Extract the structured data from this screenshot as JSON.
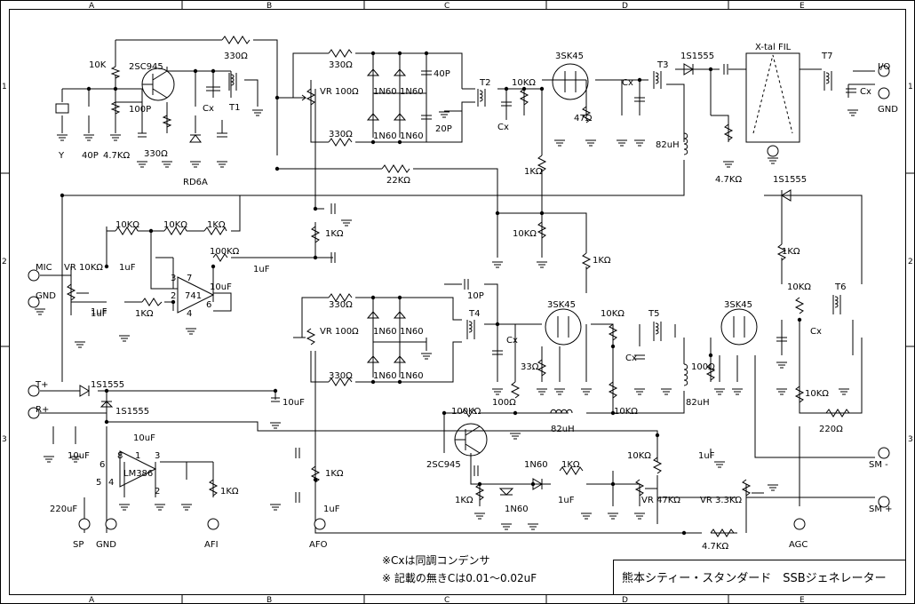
{
  "grid": {
    "columns": [
      "A",
      "B",
      "C",
      "D",
      "E"
    ],
    "rows": [
      "1",
      "2",
      "3"
    ]
  },
  "components": {
    "q1": "2SC945",
    "r10k": "10K",
    "c100p": "100P",
    "r47k_a": "4.7KΩ",
    "c40p_a": "40P",
    "xtal": "Y",
    "r330_a": "330Ω",
    "rd6a": "RD6A",
    "cx_a": "Cx",
    "t1": "T1",
    "r330_top": "330Ω",
    "r330_b": "330Ω",
    "vr100_a": "VR 100Ω",
    "r330_c": "330Ω",
    "d1n60_a": "1N60",
    "d1n60_b": "1N60",
    "d1n60_c": "1N60",
    "d1n60_d": "1N60",
    "c40p_b": "40P",
    "c20p": "20P",
    "t2": "T2",
    "cx_b": "Cx",
    "r10k_b": "10KΩ",
    "q_3sk45_a": "3SK45",
    "r47_a": "47Ω",
    "cx_c": "Cx",
    "t3": "T3",
    "d1s1555_a": "1S1555",
    "l82u_a": "82uH",
    "xtal_fil": "X-tal FIL",
    "t7": "T7",
    "cx_d": "Cx",
    "io": "I/O",
    "gnd_io": "GND",
    "r47k_b": "4.7KΩ",
    "d1s1555_b": "1S1555",
    "r22k": "22KΩ",
    "r1k_a": "1KΩ",
    "r10k_c": "10KΩ",
    "r1k_b": "1KΩ",
    "r1k_c": "1KΩ",
    "r10k_d": "10KΩ",
    "r10k_e": "10KΩ",
    "r1k_d": "1KΩ",
    "mic": "MIC",
    "vr10k": "VR 10KΩ",
    "c1u_a": "1uF",
    "c1u_b": "1uF",
    "r100k": "100KΩ",
    "c1u_c": "1uF",
    "c10u_a": "10uF",
    "op741": "741",
    "pin3": "3",
    "pin2": "2",
    "pin7": "7",
    "pin6": "6",
    "pin4": "4",
    "gnd_mic": "GND",
    "c1u_d": "1uF",
    "r1k_e": "1KΩ",
    "r1k_f": "1KΩ",
    "c10p": "10P",
    "r330_d": "330Ω",
    "vr100_b": "VR 100Ω",
    "r330_e": "330Ω",
    "d1n60_e": "1N60",
    "d1n60_f": "1N60",
    "d1n60_g": "1N60",
    "d1n60_h": "1N60",
    "t4": "T4",
    "cx_e": "Cx",
    "q_3sk45_b": "3SK45",
    "r33": "33Ω",
    "r100_a": "100Ω",
    "r10k_f": "10KΩ",
    "t5": "T5",
    "cx_f": "Cx",
    "l82u_b": "82uH",
    "r100_b": "100Ω",
    "q_3sk45_c": "3SK45",
    "r10k_g": "10KΩ",
    "t6": "T6",
    "cx_g": "Cx",
    "r1k_g": "1KΩ",
    "r10k_h": "10KΩ",
    "r220": "220Ω",
    "tplus": "T+",
    "d1s1555_c": "1S1555",
    "c10u_b": "10uF",
    "rplus": "R+",
    "d1s1555_d": "1S1555",
    "c10u_c": "10uF",
    "c10u_d": "10uF",
    "pin8": "8",
    "pin1": "1",
    "pin3b": "3",
    "lm386": "LM386",
    "pin6b": "6",
    "pin5": "5",
    "pin4b": "4",
    "pin2b": "2",
    "r1k_h": "1KΩ",
    "c220u": "220uF",
    "sp": "SP",
    "gnd_sp": "GND",
    "afi": "AFI",
    "r1k_i": "1KΩ",
    "c1u_e": "1uF",
    "afo": "AFO",
    "r100k_b": "100KΩ",
    "l82u_c": "82uH",
    "q2": "2SC945",
    "r1k_j": "1KΩ",
    "d1n60_i": "1N60",
    "d1n60_j": "1N60",
    "r1k_k": "1KΩ",
    "c1u_f": "1uF",
    "r10k_i": "10KΩ",
    "vr47k": "VR 47KΩ",
    "c1u_g": "1uF",
    "vr3k3": "VR 3.3KΩ",
    "r47k_c": "4.7KΩ",
    "agc": "AGC",
    "sm_minus": "SM -",
    "sm_plus": "SM +"
  },
  "notes": {
    "line1": "※Cxは同調コンデンサ",
    "line2": "※ 記載の無きCは0.01～0.02uF"
  },
  "title_block": {
    "title": "熊本シティー・スタンダード　SSBジェネレーター"
  }
}
